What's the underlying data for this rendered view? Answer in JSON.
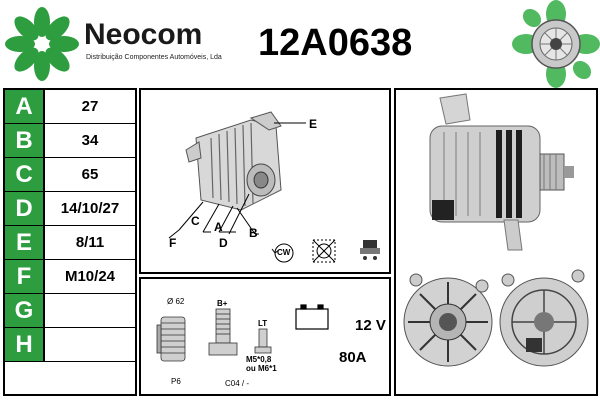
{
  "brand": {
    "name": "Neocom",
    "tagline": "Distribuição Componentes Automóveis, Lda",
    "logo_color": "#2e9d3f"
  },
  "part_number": "12A0638",
  "specs": [
    {
      "letter": "A",
      "value": "27"
    },
    {
      "letter": "B",
      "value": "34"
    },
    {
      "letter": "C",
      "value": "65"
    },
    {
      "letter": "D",
      "value": "14/10/27"
    },
    {
      "letter": "E",
      "value": "8/11"
    },
    {
      "letter": "F",
      "value": "M10/24"
    },
    {
      "letter": "G",
      "value": ""
    },
    {
      "letter": "H",
      "value": ""
    }
  ],
  "diagram": {
    "labels": {
      "a": "A",
      "b": "B",
      "c": "C",
      "d": "D",
      "e": "E",
      "f": "F"
    },
    "rotation": "CW"
  },
  "tech": {
    "pulley_diameter": "Ø 62",
    "pulley_type": "P6",
    "terminal_b": "B+",
    "terminal_lt": "LT",
    "thread": "M5*0,8\nou M6*1",
    "thread_line1": "M5*0,8",
    "thread_line2": "ou M6*1",
    "connector_code": "C04 / -",
    "voltage": "12 V",
    "current": "80A"
  },
  "colors": {
    "accent": "#2e9d3f",
    "border": "#000000"
  }
}
